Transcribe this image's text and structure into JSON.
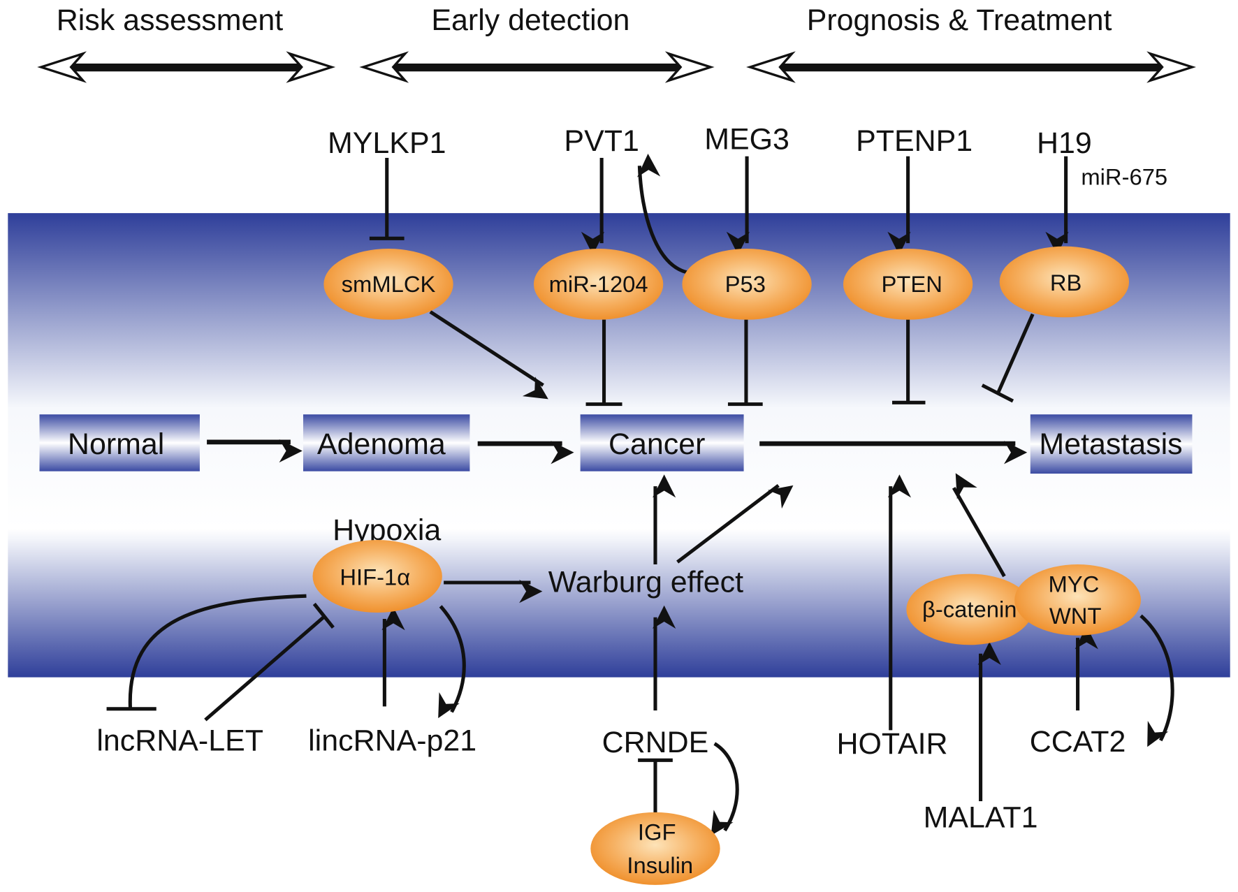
{
  "headers": [
    "Risk assessment",
    "Early detection",
    "Prognosis & Treatment"
  ],
  "stages": [
    "Normal",
    "Adenoma",
    "Cancer",
    "Metastasis"
  ],
  "top_regulators": {
    "mylkp1": "MYLKP1",
    "pvt1": "PVT1",
    "meg3": "MEG3",
    "ptenp1": "PTENP1",
    "h19": "H19",
    "mir675": "miR-675"
  },
  "top_nodes": {
    "smmlck": "smMLCK",
    "mir1204": "miR-1204",
    "p53": "P53",
    "pten": "PTEN",
    "rb": "RB"
  },
  "bottom": {
    "hypoxia": "Hypoxia",
    "hif": "HIF-1α",
    "warburg": "Warburg effect",
    "lncrna_let": "lncRNA-LET",
    "lincrna_p21": "lincRNA-p21",
    "crnde": "CRNDE",
    "igf": "IGF",
    "insulin": "Insulin",
    "hotair": "HOTAIR",
    "bcatenin": "β-catenin",
    "myc": "MYC",
    "wnt": "WNT",
    "malat1": "MALAT1",
    "ccat2": "CCAT2"
  },
  "colors": {
    "band_blue": "#2f3f9a",
    "node_orange": "#f0922e",
    "node_light": "#fcd9a4"
  }
}
